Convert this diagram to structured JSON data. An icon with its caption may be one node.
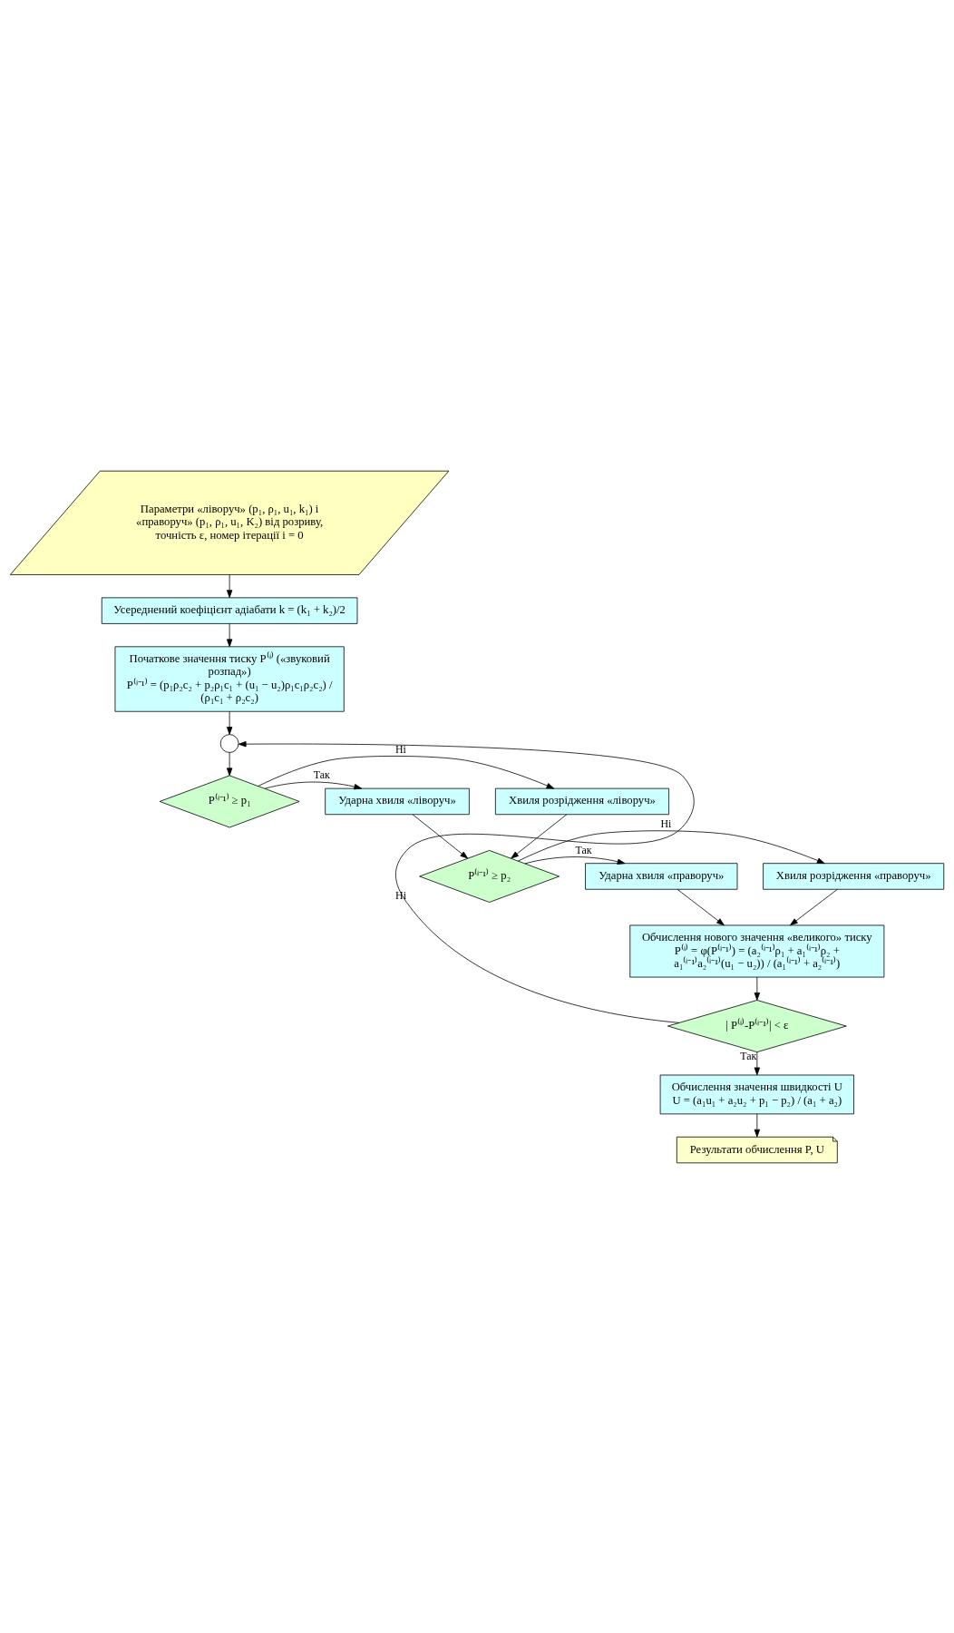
{
  "diagram": {
    "nodes": [
      {
        "text": [
          "Параметри «ліворуч» (p₁, ρ₁, u₁, k₁) і «праворуч» (p₁, ρ₁, u₁, K₂) від розриву, точність ε, номер ітерації i = 0"
        ]
      },
      {
        "text": [
          "Усереднений коефіцієнт адіабати k = (k₁ + k₂)/2"
        ]
      },
      {
        "text": [
          "Початкове значення тиску P⁽ⁱ⁾ («звуковий розпад»)",
          "P⁽ⁱ⁻¹⁾ = (p₁ρ₂c₂ + p₂ρ₁c₁ + (u₁ − u₂)ρ₁c₁ρ₂c₂) / (ρ₁c₁ + ρ₂c₂)"
        ]
      },
      {
        "text": [],
        "shape": "circle"
      },
      {
        "text": [
          "P⁽ⁱ⁻¹⁾ ≥ p₁"
        ]
      },
      {
        "text": [
          "Хвиля розрідження «ліворуч»"
        ]
      },
      {
        "text": [
          "Ударна хвиля «ліворуч»"
        ]
      },
      {
        "text": [
          "P⁽ⁱ⁻¹⁾ ≥ p₂"
        ]
      },
      {
        "text": [
          "Хвиля розрідження «праворуч»"
        ]
      },
      {
        "text": [
          "Ударна хвиля «праворуч»"
        ]
      },
      {
        "text": [
          "Обчислення нового значення «великого» тиску",
          "P⁽ⁱ⁾ = φ(P⁽ⁱ⁻¹⁾) = (a₂⁽ⁱ⁻¹⁾ρ₁ + a₁⁽ⁱ⁻¹⁾ρ₂ + a₁⁽ⁱ⁻¹⁾a₂⁽ⁱ⁻¹⁾(u₁ − u₂)) / (a₁⁽ⁱ⁻¹⁾ + a₂⁽ⁱ⁻¹⁾)"
        ]
      },
      {
        "text": [
          "| P⁽ⁱ⁾-P⁽ⁱ⁻¹⁾| < ε"
        ]
      },
      {
        "text": [
          "Обчислення значення швидкості U",
          "U = (a₁u₁ + a₂u₂ + p₁ − p₂) / (a₁ + a₂)"
        ]
      },
      {
        "text": [
          "Результати обчислення P, U"
        ]
      }
    ],
    "edges": [
      {
        "from": 0,
        "to": 1,
        "arrow": "to"
      },
      {
        "from": 1,
        "to": 2,
        "arrow": "to"
      },
      {
        "from": 2,
        "to": 3,
        "arrow": "to"
      },
      {
        "from": 3,
        "to": 4,
        "arrow": "to"
      },
      {
        "from": 4,
        "to": 5,
        "arrow": "to",
        "label": "Ні"
      },
      {
        "from": 4,
        "to": 6,
        "arrow": "to",
        "label": "Так"
      },
      {
        "from": 5,
        "to": 7,
        "arrow": "to"
      },
      {
        "from": 6,
        "to": 7,
        "arrow": "to"
      },
      {
        "from": 7,
        "to": 8,
        "arrow": "to",
        "label": "Ні"
      },
      {
        "from": 7,
        "to": 9,
        "arrow": "to",
        "label": "Так"
      },
      {
        "from": 8,
        "to": 10,
        "arrow": "to"
      },
      {
        "from": 9,
        "to": 10,
        "arrow": "to"
      },
      {
        "from": 10,
        "to": 11,
        "arrow": "to"
      },
      {
        "from": 11,
        "to": 12,
        "arrow": "to",
        "label": "Так"
      },
      {
        "from": 11,
        "to": 3,
        "arrow": "to",
        "label": "Ні"
      },
      {
        "from": 12,
        "to": 13,
        "arrow": "to"
      }
    ]
  }
}
